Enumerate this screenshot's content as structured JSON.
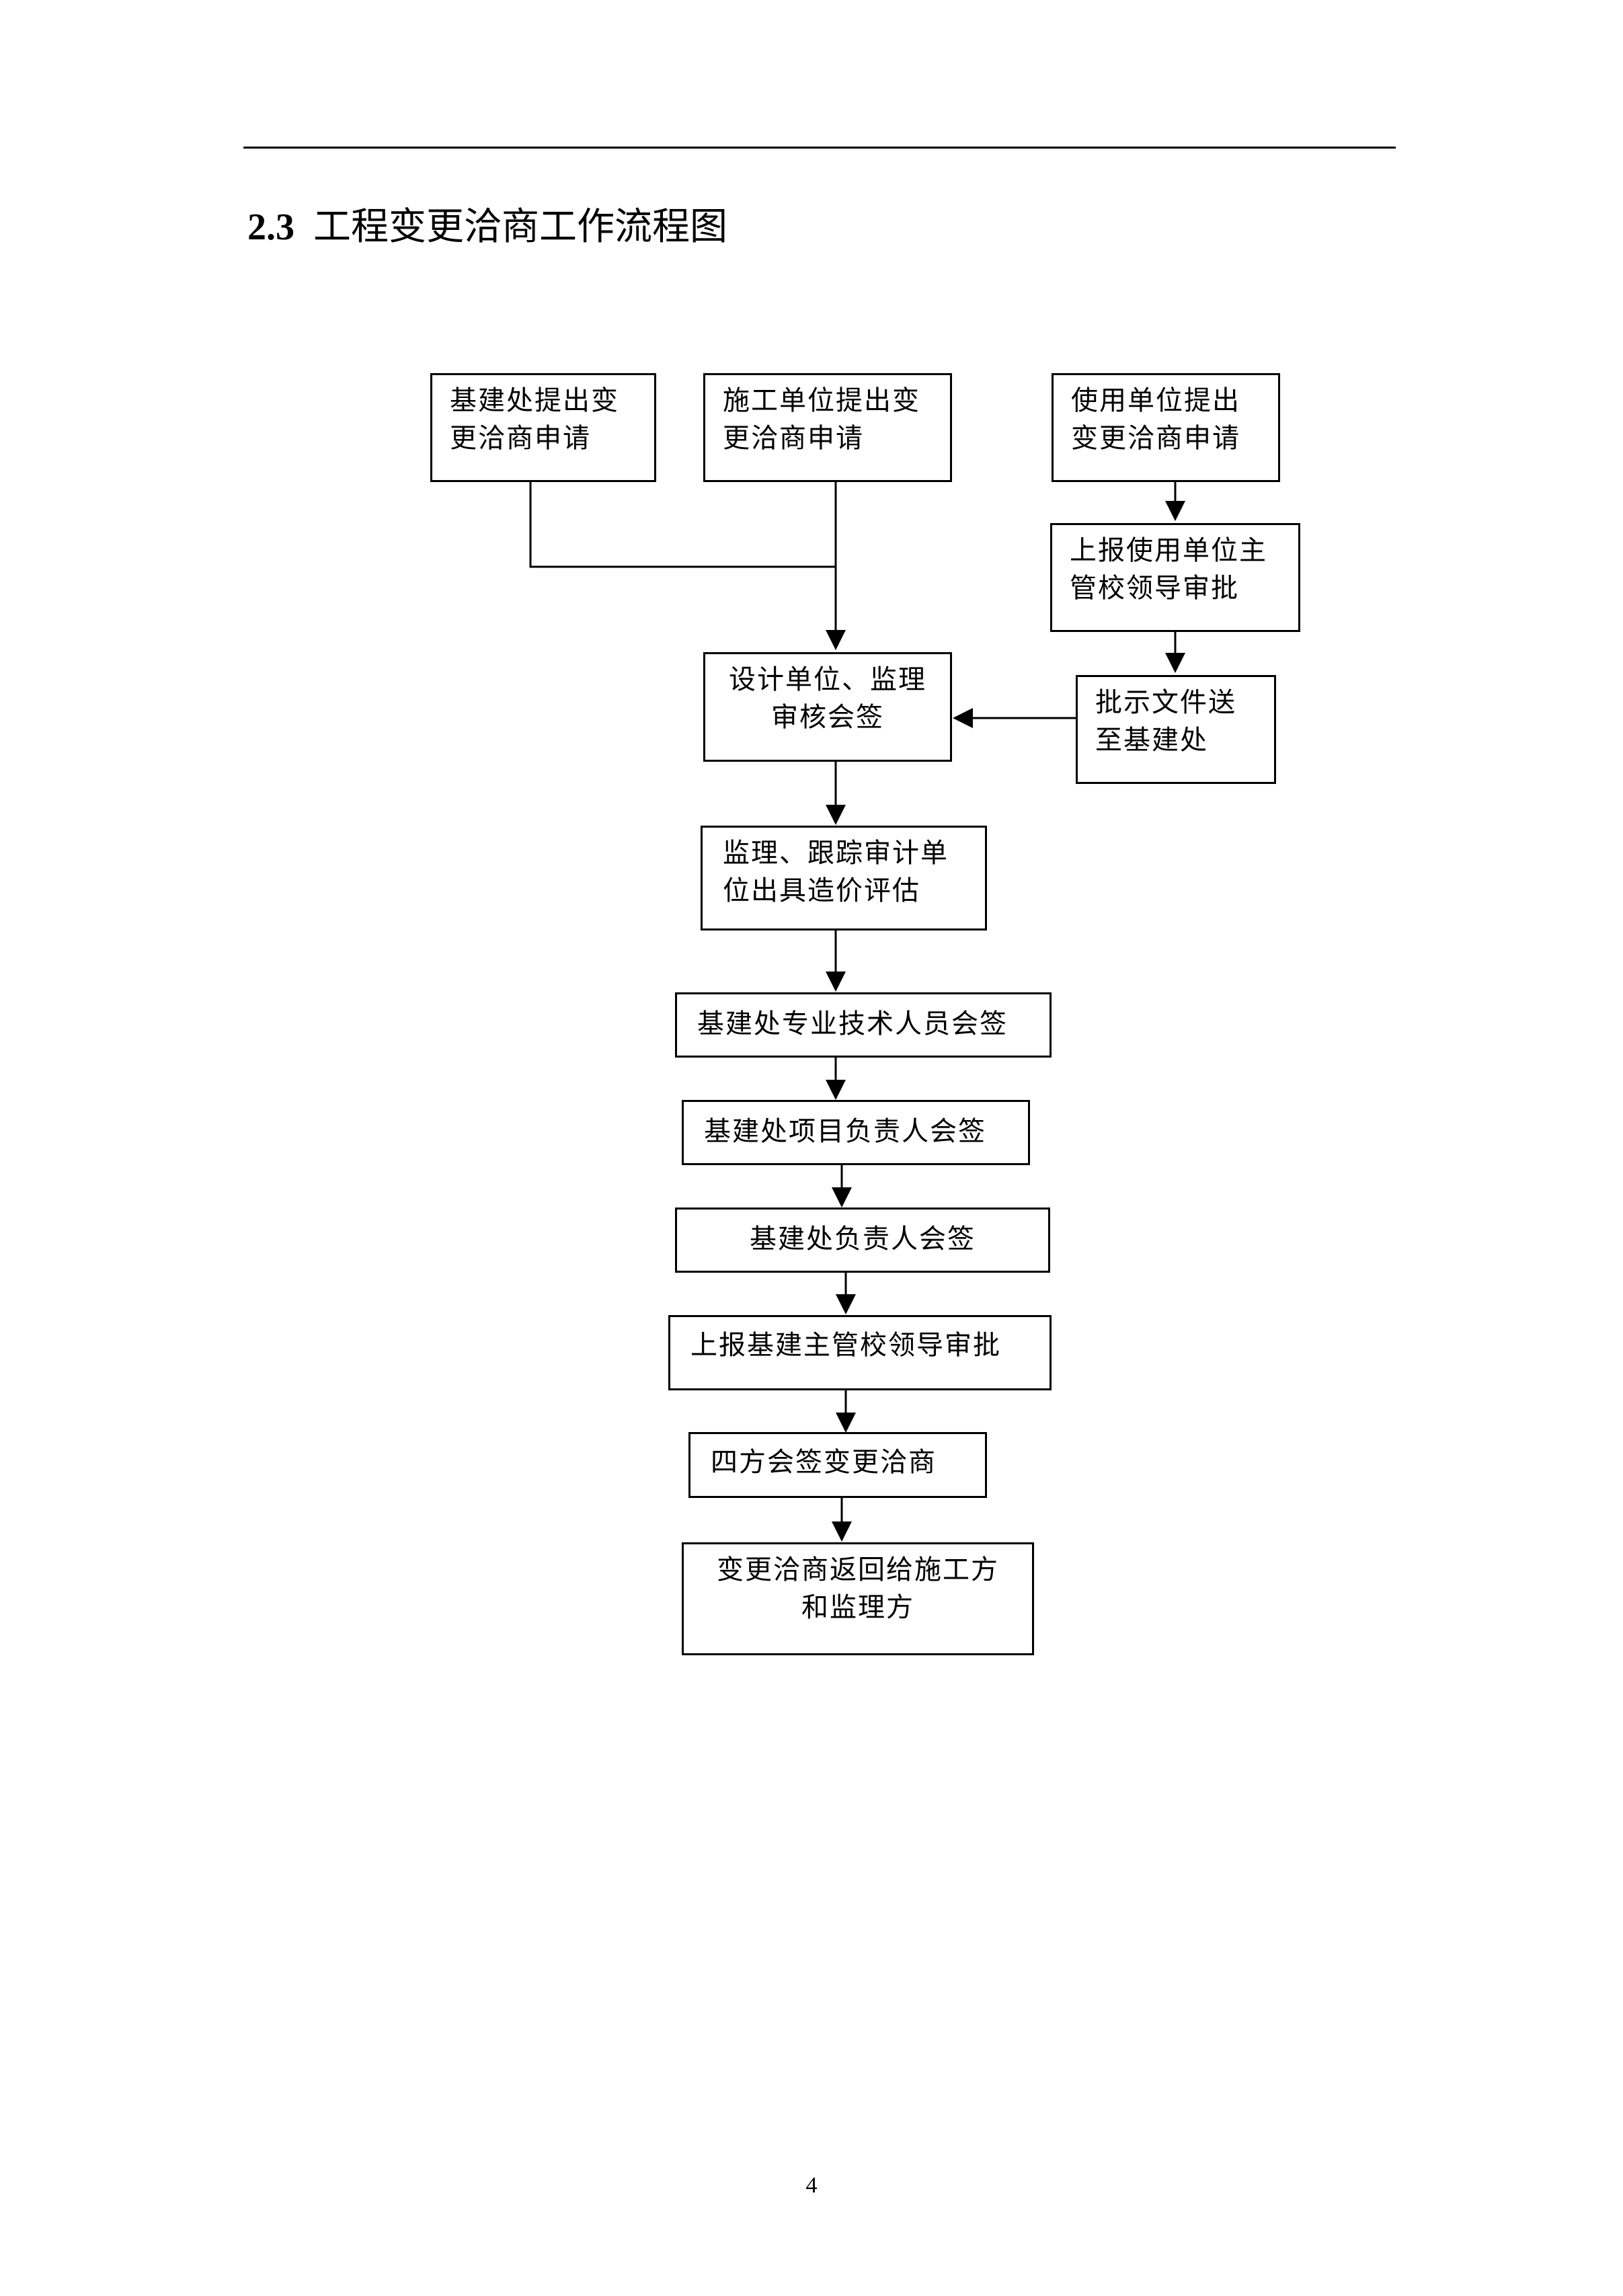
{
  "heading": {
    "number": "2.3",
    "title": "工程变更洽商工作流程图"
  },
  "flow": {
    "nodes": {
      "jijianchu_apply": "基建处提出变\n更洽商申请",
      "shigong_apply": "施工单位提出变\n更洽商申请",
      "shiyong_apply": "使用单位提出\n变更洽商申请",
      "shiyong_leader": "上报使用单位主\n管校领导审批",
      "pishi_file": "批示文件送\n至基建处",
      "design_review": "设计单位、监理\n审核会签",
      "cost_eval": "监理、跟踪审计单\n位出具造价评估",
      "tech_sign": "基建处专业技术人员会签",
      "project_lead_sign": "基建处项目负责人会签",
      "head_sign": "基建处负责人会签",
      "school_leader": "上报基建主管校领导审批",
      "four_party": "四方会签变更洽商",
      "return": "变更洽商返回给施工方\n和监理方"
    }
  },
  "footer": {
    "page": "4"
  }
}
